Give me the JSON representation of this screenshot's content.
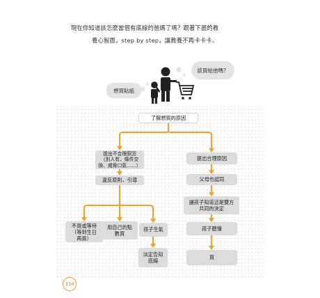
{
  "intro": {
    "line1": "現在你知道該怎麼當個有底線的爸媽了嗎？跟著下面的教",
    "line2": "養心智圖，step by step，讓教養不再卡卡卡。"
  },
  "bubbles": {
    "child_thought": "想買貼紙",
    "parent_thought": "該買給他嗎？"
  },
  "flow": {
    "root": "了解想買的原因",
    "left": {
      "step1": "提出不合理原因\n（別人有、條件交\n換、威脅口氣……）",
      "step2": "違反原則，引導",
      "option1": "不買或等待\n（等到生日\n再買）",
      "option2": "用自己的點\n數買",
      "option3": "孩子生氣",
      "step_final": "淡定告知\n底線"
    },
    "right": {
      "step1": "提出合理原因",
      "step2": "父母也認同",
      "step3": "讓孩子知道這是雙方\n共同的決定",
      "step4": "孩子聽懂",
      "step_final": "買"
    }
  },
  "page_number": "334",
  "colors": {
    "accent": "#f0a030",
    "box": "#dcdcdc",
    "ink": "#222222"
  }
}
